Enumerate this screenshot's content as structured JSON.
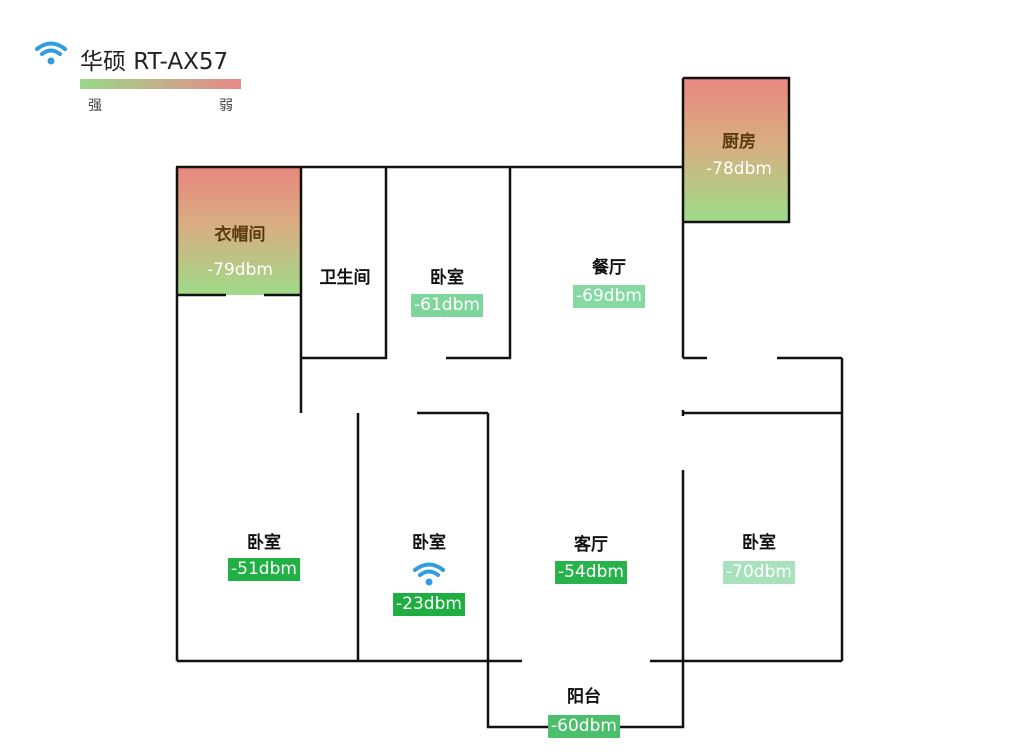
{
  "header": {
    "title": "华硕 RT-AX57",
    "icon": "wifi-icon"
  },
  "legend": {
    "strong": "强",
    "weak": "弱",
    "strong_color": "#9ad88a",
    "weak_color": "#e8898a"
  },
  "rooms": [
    {
      "name": "衣帽间",
      "signal": "-79dbm"
    },
    {
      "name": "卫生间"
    },
    {
      "name": "卧室",
      "signal": "-61dbm",
      "color": "#7fd69c"
    },
    {
      "name": "餐厅",
      "signal": "-69dbm",
      "color": "#86d9a2"
    },
    {
      "name": "厨房",
      "signal": "-78dbm"
    },
    {
      "name": "卧室",
      "signal": "-51dbm",
      "color": "#20b044"
    },
    {
      "name": "卧室",
      "signal": "-23dbm",
      "color": "#1fae42",
      "router_icon": "wifi-icon"
    },
    {
      "name": "客厅",
      "signal": "-54dbm",
      "color": "#28b24c"
    },
    {
      "name": "卧室",
      "signal": "-70dbm",
      "color": "#a9e1bd"
    },
    {
      "name": "阳台",
      "signal": "-60dbm",
      "color": "#4cbf6c"
    }
  ]
}
